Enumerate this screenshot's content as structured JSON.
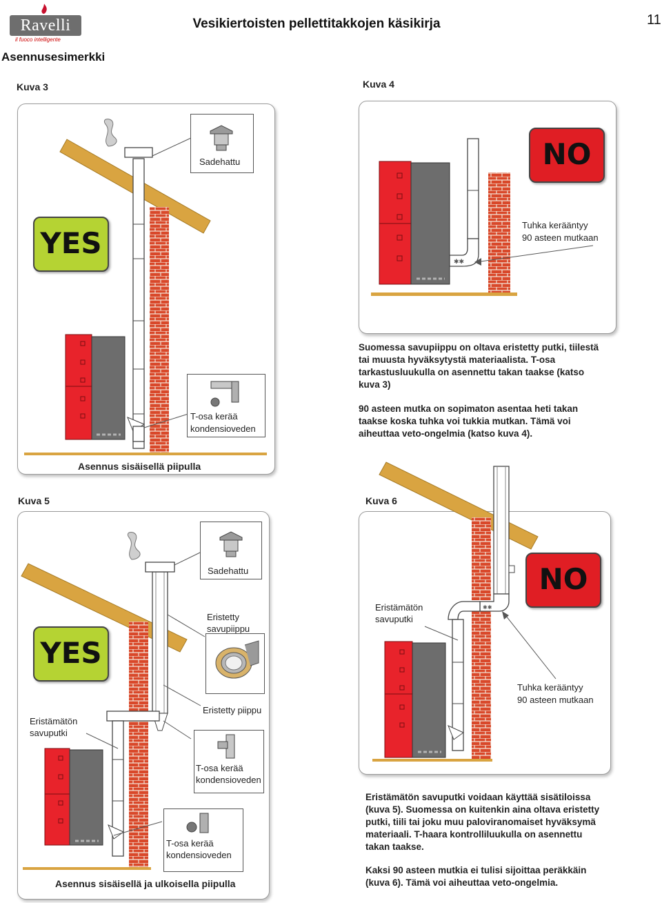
{
  "header": {
    "logo_text": "Ravelli",
    "logo_tagline": "il fuoco intelligente",
    "title": "Vesikiertoisten pellettitakkojen käsikirja",
    "page_number": "11"
  },
  "section_title": "Asennusesimerkki",
  "figures": {
    "kuva3": {
      "label": "Kuva 3",
      "badge": "YES",
      "callout_top": "Sadehattu",
      "callout_bottom": [
        "T-osa kerää",
        "kondensioveden"
      ],
      "caption": "Asennus sisäisellä piipulla"
    },
    "kuva4": {
      "label": "Kuva 4",
      "badge": "NO",
      "note": [
        "Tuhka kerääntyy",
        "90 asteen mutkaan"
      ]
    },
    "kuva5": {
      "label": "Kuva 5",
      "badge": "YES",
      "callout_top": "Sadehattu",
      "note_insulated_flue": [
        "Eristetty",
        "savupiippu"
      ],
      "note_insulated_pipe": "Eristetty piippu",
      "note_uninsulated": [
        "Eristämätön",
        "savuputki"
      ],
      "callout_tpiece_right": [
        "T-osa kerää",
        "kondensioveden"
      ],
      "callout_tpiece_bottom": [
        "T-osa kerää",
        "kondensioveden"
      ],
      "caption": "Asennus sisäisellä ja ulkoisella piipulla"
    },
    "kuva6": {
      "label": "Kuva 6",
      "badge": "NO",
      "note_uninsulated": [
        "Eristämätön",
        "savuputki"
      ],
      "note_ash": [
        "Tuhka kerääntyy",
        "90 asteen mutkaan"
      ]
    }
  },
  "paragraphs": {
    "p1": [
      "Suomessa savupiippu on oltava eristetty putki, tiilestä",
      "tai muusta hyväksytystä materiaalista. T-osa",
      "tarkastusluukulla on asennettu takan taakse (katso",
      "kuva 3)"
    ],
    "p2": [
      "90 asteen mutka on sopimaton asentaa heti takan",
      "taakse koska tuhka voi tukkia mutkan. Tämä voi",
      "aiheuttaa veto-ongelmia (katso kuva 4)."
    ],
    "p3": [
      "Eristämätön savuputki voidaan käyttää sisätiloissa",
      "(kuva 5). Suomessa on kuitenkin aina oltava eristetty",
      "putki, tiili tai joku muu paloviranomaiset hyväksymä",
      "materiaali. T-haara kontrolliluukulla on asennettu",
      "takan taakse."
    ],
    "p4": [
      "Kaksi 90 asteen mutkia ei tulisi sijoittaa peräkkäin",
      "(kuva 6). Tämä voi aiheuttaa veto-ongelmia."
    ]
  },
  "colors": {
    "brick": "#d9482a",
    "roof": "#d9a441",
    "stove_red": "#e8232b",
    "stove_grey": "#6d6d6d",
    "yes_green": "#b5d333",
    "no_red": "#e01e24"
  }
}
